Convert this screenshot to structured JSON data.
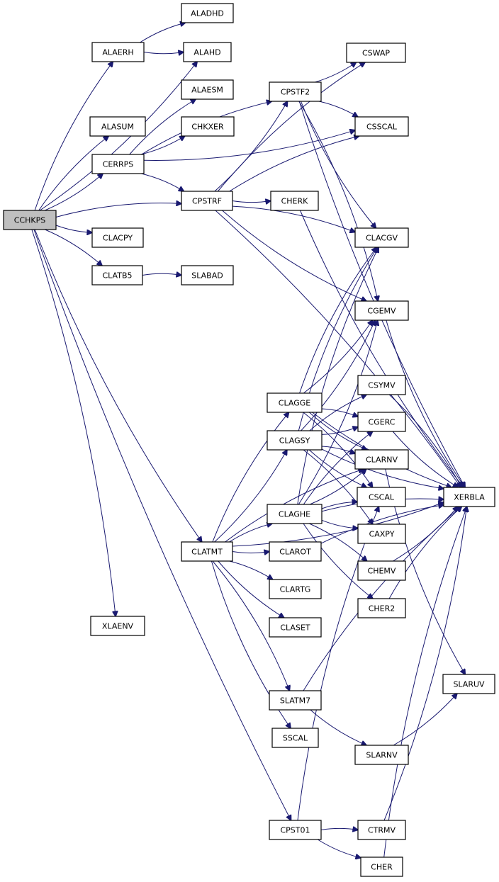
{
  "colors": {
    "edge": "#191970",
    "root_fill": "#bfbfbf",
    "node_fill": "#ffffff",
    "node_border": "#000000"
  },
  "nodes": [
    {
      "id": "CCHKPS",
      "label": "CCHKPS",
      "root": true
    },
    {
      "id": "ALAERH",
      "label": "ALAERH"
    },
    {
      "id": "ALADHD",
      "label": "ALADHD"
    },
    {
      "id": "ALAHD",
      "label": "ALAHD"
    },
    {
      "id": "ALAESM",
      "label": "ALAESM"
    },
    {
      "id": "ALASUM",
      "label": "ALASUM"
    },
    {
      "id": "CHKXER",
      "label": "CHKXER"
    },
    {
      "id": "CERRPS",
      "label": "CERRPS"
    },
    {
      "id": "CPSTF2",
      "label": "CPSTF2"
    },
    {
      "id": "CSWAP",
      "label": "CSWAP"
    },
    {
      "id": "CSSCAL",
      "label": "CSSCAL"
    },
    {
      "id": "CPSTRF",
      "label": "CPSTRF"
    },
    {
      "id": "CHERK",
      "label": "CHERK"
    },
    {
      "id": "CLACGV",
      "label": "CLACGV"
    },
    {
      "id": "CLACPY",
      "label": "CLACPY"
    },
    {
      "id": "CLATB5",
      "label": "CLATB5"
    },
    {
      "id": "SLABAD",
      "label": "SLABAD"
    },
    {
      "id": "CGEMV",
      "label": "CGEMV"
    },
    {
      "id": "CSYMV",
      "label": "CSYMV"
    },
    {
      "id": "CLAGGE",
      "label": "CLAGGE"
    },
    {
      "id": "CGERC",
      "label": "CGERC"
    },
    {
      "id": "CLAGSY",
      "label": "CLAGSY"
    },
    {
      "id": "CLARNV",
      "label": "CLARNV"
    },
    {
      "id": "XERBLA",
      "label": "XERBLA"
    },
    {
      "id": "CSCAL",
      "label": "CSCAL"
    },
    {
      "id": "CLAGHE",
      "label": "CLAGHE"
    },
    {
      "id": "CAXPY",
      "label": "CAXPY"
    },
    {
      "id": "CLATMT",
      "label": "CLATMT"
    },
    {
      "id": "CLAROT",
      "label": "CLAROT"
    },
    {
      "id": "CHEMV",
      "label": "CHEMV"
    },
    {
      "id": "CLARTG",
      "label": "CLARTG"
    },
    {
      "id": "CHER2",
      "label": "CHER2"
    },
    {
      "id": "XLAENV",
      "label": "XLAENV"
    },
    {
      "id": "CLASET",
      "label": "CLASET"
    },
    {
      "id": "SLARUV",
      "label": "SLARUV"
    },
    {
      "id": "SLATM7",
      "label": "SLATM7"
    },
    {
      "id": "SSCAL",
      "label": "SSCAL"
    },
    {
      "id": "SLARNV",
      "label": "SLARNV"
    },
    {
      "id": "CPST01",
      "label": "CPST01"
    },
    {
      "id": "CTRMV",
      "label": "CTRMV"
    },
    {
      "id": "CHER",
      "label": "CHER"
    }
  ],
  "edges": [
    [
      "CCHKPS",
      "ALAERH"
    ],
    [
      "CCHKPS",
      "ALAHD"
    ],
    [
      "CCHKPS",
      "ALASUM"
    ],
    [
      "CCHKPS",
      "CERRPS"
    ],
    [
      "CCHKPS",
      "CPSTRF"
    ],
    [
      "CCHKPS",
      "CLACPY"
    ],
    [
      "CCHKPS",
      "CLATB5"
    ],
    [
      "CCHKPS",
      "CLATMT"
    ],
    [
      "CCHKPS",
      "XLAENV"
    ],
    [
      "CCHKPS",
      "CPST01"
    ],
    [
      "ALAERH",
      "ALADHD"
    ],
    [
      "ALAERH",
      "ALAHD"
    ],
    [
      "CERRPS",
      "ALAESM"
    ],
    [
      "CERRPS",
      "CHKXER"
    ],
    [
      "CERRPS",
      "CPSTF2"
    ],
    [
      "CERRPS",
      "CSSCAL"
    ],
    [
      "CERRPS",
      "CPSTRF"
    ],
    [
      "CPSTF2",
      "CSWAP"
    ],
    [
      "CPSTF2",
      "CSSCAL"
    ],
    [
      "CPSTF2",
      "CLACGV"
    ],
    [
      "CPSTF2",
      "CGEMV"
    ],
    [
      "CPSTF2",
      "XERBLA"
    ],
    [
      "CPSTRF",
      "CSWAP"
    ],
    [
      "CPSTRF",
      "CPSTF2"
    ],
    [
      "CPSTRF",
      "CSSCAL"
    ],
    [
      "CPSTRF",
      "CHERK"
    ],
    [
      "CPSTRF",
      "CLACGV"
    ],
    [
      "CPSTRF",
      "CGEMV"
    ],
    [
      "CPSTRF",
      "XERBLA"
    ],
    [
      "CHERK",
      "XERBLA"
    ],
    [
      "CLATB5",
      "SLABAD"
    ],
    [
      "CGEMV",
      "XERBLA"
    ],
    [
      "CSYMV",
      "XERBLA"
    ],
    [
      "CGERC",
      "XERBLA"
    ],
    [
      "CLAGGE",
      "CLACGV"
    ],
    [
      "CLAGGE",
      "CGEMV"
    ],
    [
      "CLAGGE",
      "CGERC"
    ],
    [
      "CLAGGE",
      "CLARNV"
    ],
    [
      "CLAGGE",
      "CSCAL"
    ],
    [
      "CLAGGE",
      "XERBLA"
    ],
    [
      "CLAGSY",
      "CLACGV"
    ],
    [
      "CLAGSY",
      "CGEMV"
    ],
    [
      "CLAGSY",
      "CSYMV"
    ],
    [
      "CLAGSY",
      "CGERC"
    ],
    [
      "CLAGSY",
      "CLARNV"
    ],
    [
      "CLAGSY",
      "CSCAL"
    ],
    [
      "CLAGSY",
      "CAXPY"
    ],
    [
      "CLAGSY",
      "XERBLA"
    ],
    [
      "CLAGHE",
      "CLACGV"
    ],
    [
      "CLAGHE",
      "CGEMV"
    ],
    [
      "CLAGHE",
      "CGERC"
    ],
    [
      "CLAGHE",
      "CLARNV"
    ],
    [
      "CLAGHE",
      "CSCAL"
    ],
    [
      "CLAGHE",
      "CAXPY"
    ],
    [
      "CLAGHE",
      "CHEMV"
    ],
    [
      "CLAGHE",
      "CHER2"
    ],
    [
      "CLAGHE",
      "XERBLA"
    ],
    [
      "CLARNV",
      "SLARUV"
    ],
    [
      "CLATMT",
      "CLAGGE"
    ],
    [
      "CLATMT",
      "CLAGSY"
    ],
    [
      "CLATMT",
      "CLAGHE"
    ],
    [
      "CLATMT",
      "CLAROT"
    ],
    [
      "CLATMT",
      "CLARTG"
    ],
    [
      "CLATMT",
      "CLASET"
    ],
    [
      "CLATMT",
      "SLATM7"
    ],
    [
      "CLATMT",
      "SSCAL"
    ],
    [
      "CLATMT",
      "CLARNV"
    ],
    [
      "CLATMT",
      "XERBLA"
    ],
    [
      "CLAROT",
      "XERBLA"
    ],
    [
      "CHEMV",
      "XERBLA"
    ],
    [
      "CHER2",
      "XERBLA"
    ],
    [
      "SLATM7",
      "SLARNV"
    ],
    [
      "SLATM7",
      "XERBLA"
    ],
    [
      "SLARNV",
      "SLARUV"
    ],
    [
      "CPST01",
      "CTRMV"
    ],
    [
      "CPST01",
      "CHER"
    ],
    [
      "CPST01",
      "CSCAL"
    ],
    [
      "CTRMV",
      "XERBLA"
    ],
    [
      "CHER",
      "XERBLA"
    ]
  ]
}
